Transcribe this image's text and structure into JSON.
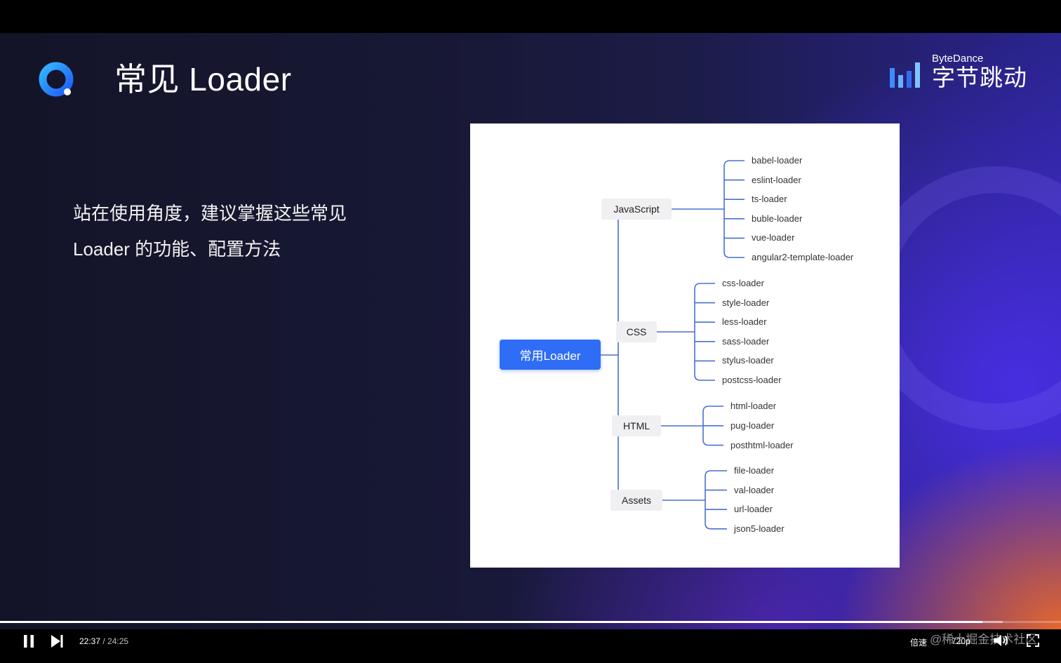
{
  "slide": {
    "title": "常见 Loader",
    "description_line1": "站在使用角度，建议掌握这些常见",
    "description_line2": "Loader 的功能、配置方法",
    "brand": {
      "english": "ByteDance",
      "chinese": "字节跳动"
    }
  },
  "diagram": {
    "root": "常用Loader",
    "categories": [
      {
        "label": "JavaScript",
        "children": [
          "babel-loader",
          "eslint-loader",
          "ts-loader",
          "buble-loader",
          "vue-loader",
          "angular2-template-loader"
        ]
      },
      {
        "label": "CSS",
        "children": [
          "css-loader",
          "style-loader",
          "less-loader",
          "sass-loader",
          "stylus-loader",
          "postcss-loader"
        ]
      },
      {
        "label": "HTML",
        "children": [
          "html-loader",
          "pug-loader",
          "posthtml-loader"
        ]
      },
      {
        "label": "Assets",
        "children": [
          "file-loader",
          "val-loader",
          "url-loader",
          "json5-loader"
        ]
      }
    ],
    "line_color": "#4a6fd0"
  },
  "player": {
    "current_time": "22:37",
    "separator": " / ",
    "duration": "24:25",
    "progress": 0.926,
    "buffered": 0.945,
    "speed_label": "倍速",
    "quality_label": "720p",
    "watermark": "@稀土掘金技术社区"
  },
  "colors": {
    "accent": "#2f6df6",
    "slide_bg": "#171834"
  }
}
